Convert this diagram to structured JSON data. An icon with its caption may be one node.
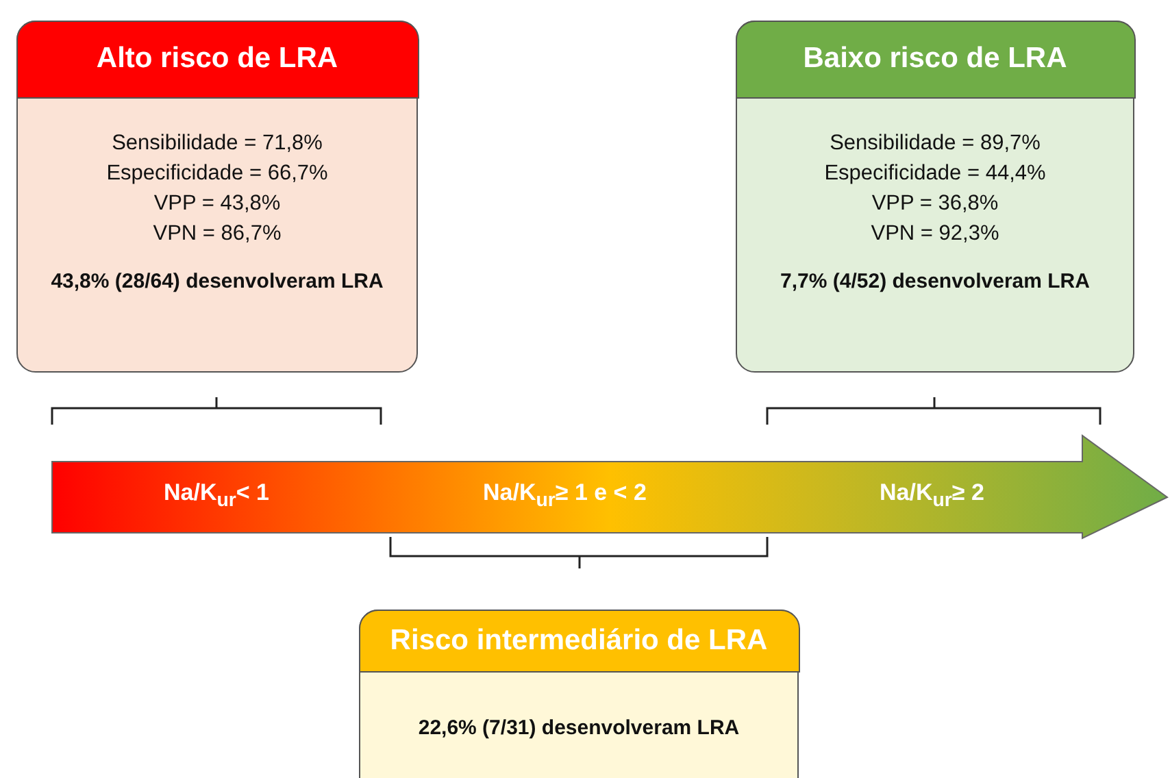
{
  "diagram": {
    "nodes": [
      {
        "text": [
          "Alto risco de LRA",
          "Sensibilidade = 71,8%",
          "Especificidade = 66,7%",
          "VPP =  43,8%",
          "VPN = 86,7%",
          "43,8% (28/64) desenvolveram LRA"
        ]
      },
      {
        "text": [
          "Baixo risco de LRA",
          "Sensibilidade = 89,7%",
          "Especificidade = 44,4%",
          "VPP =  36,8%",
          "VPN = 92,3%",
          "7,7% (4/52) desenvolveram LRA"
        ]
      },
      {
        "text": [
          "Risco intermediário de LRA",
          "22,6% (7/31) desenvolveram LRA"
        ]
      }
    ],
    "labels": [
      "Na/K$_{ur}$< 1",
      "Na/K$_{ur}$≥  1 e < 2",
      "Na/K$_{ur}$≥ 2"
    ]
  }
}
